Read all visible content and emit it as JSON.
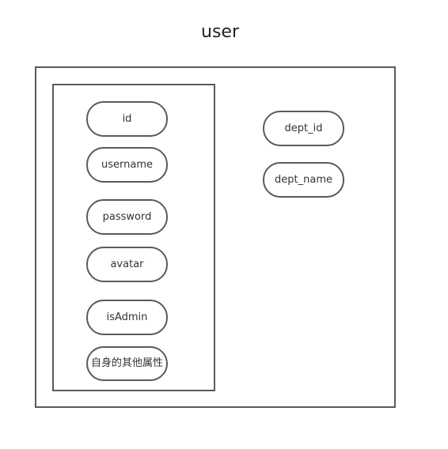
{
  "diagram": {
    "title": "user",
    "group_attributes": [
      {
        "label": "id"
      },
      {
        "label": "username"
      },
      {
        "label": "password"
      },
      {
        "label": "avatar"
      },
      {
        "label": "isAdmin"
      },
      {
        "label": "自身的其他属性"
      }
    ],
    "outer_attributes": [
      {
        "label": "dept_id"
      },
      {
        "label": "dept_name"
      }
    ]
  }
}
